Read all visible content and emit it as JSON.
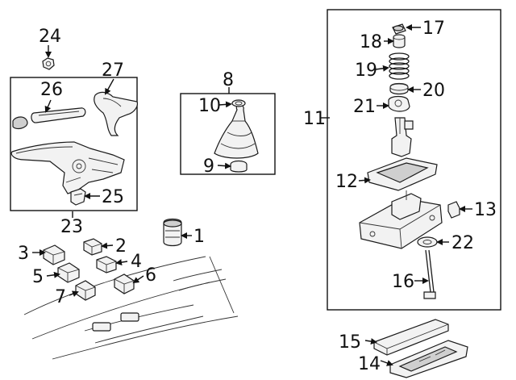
{
  "diagram": {
    "labels": [
      "1",
      "2",
      "3",
      "4",
      "5",
      "6",
      "7",
      "8",
      "9",
      "10",
      "11",
      "12",
      "13",
      "14",
      "15",
      "16",
      "17",
      "18",
      "19",
      "20",
      "21",
      "22",
      "23",
      "24",
      "25",
      "26",
      "27"
    ]
  },
  "colors": {
    "ink": "#111111",
    "part_fill": "#f2f2f2",
    "shade": "#cfcfcf",
    "background": "#ffffff"
  }
}
